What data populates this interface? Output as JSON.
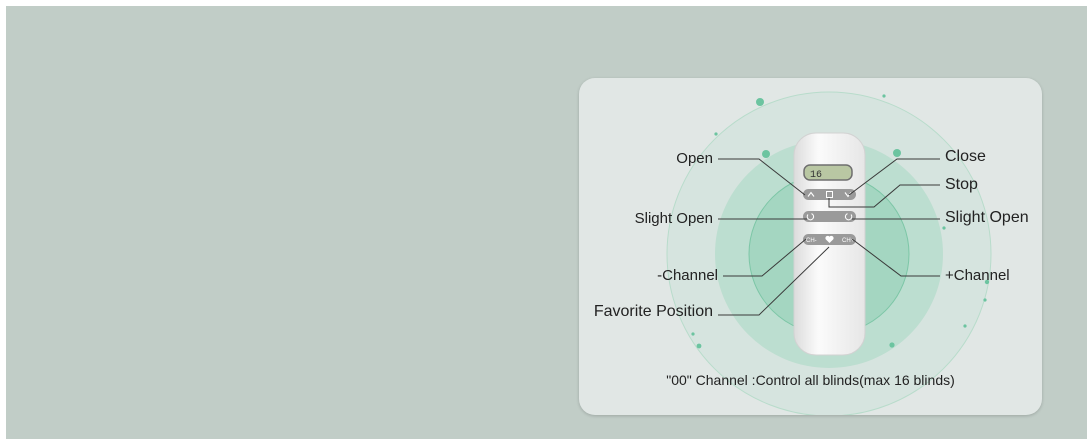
{
  "labels": {
    "open": "Open",
    "slight_open_left": "Slight Open",
    "minus_channel": "-Channel",
    "favorite_position": "Favorite Position",
    "close": "Close",
    "stop": "Stop",
    "slight_open_right": "Slight Open",
    "plus_channel": "+Channel"
  },
  "remote": {
    "display_text": "16",
    "minus_channel_key": "CH-",
    "plus_channel_key": "CH+"
  },
  "caption": "\"00\" Channel :Control all blinds(max 16 blinds)",
  "colors": {
    "banner": "#c1cdc7",
    "card": "#e1e7e5",
    "ring": "#86d0b2",
    "dot": "#6cc4a0",
    "remote_body": "#f4f4f4",
    "button": "#9a9a9a",
    "lcd": "#b9c7a3"
  }
}
